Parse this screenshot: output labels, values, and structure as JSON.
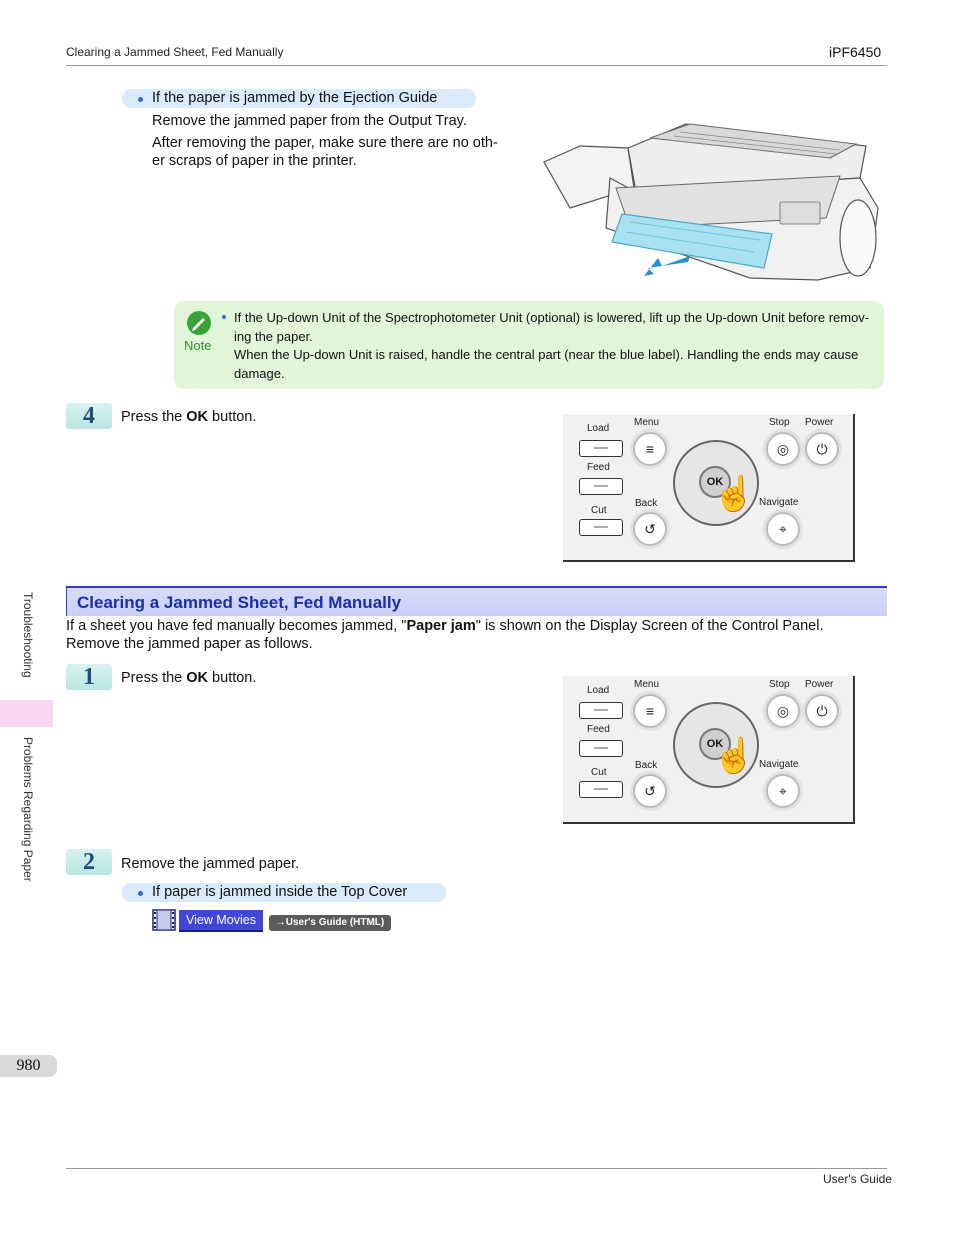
{
  "header": {
    "left": "Clearing a Jammed Sheet, Fed Manually",
    "right": "iPF6450"
  },
  "ejection": {
    "pill": "If the paper is jammed by the Ejection Guide",
    "line1": "Remove the jammed paper from the Output Tray.",
    "line2a": "After removing the paper, make sure there are no oth-",
    "line2b": "er scraps of paper in the printer."
  },
  "note": {
    "label": "Note",
    "line1": "If the Up-down Unit of the Spectrophotometer Unit (optional) is lowered, lift up the Up-down Unit before remov-",
    "line2": "ing the paper.",
    "line3": "When the Up-down Unit is raised, handle the central part (near the blue label). Handling the ends may cause",
    "line4": "damage."
  },
  "step4": {
    "num": "4",
    "pre": "Press the ",
    "bold": "OK",
    "post": " button."
  },
  "panel_labels": {
    "load": "Load",
    "feed": "Feed",
    "cut": "Cut",
    "menu": "Menu",
    "back": "Back",
    "stop": "Stop",
    "power": "Power",
    "navigate": "Navigate",
    "ok": "OK"
  },
  "section": {
    "title": "Clearing a Jammed Sheet, Fed Manually",
    "intro1_pre": "If a sheet you have fed manually becomes jammed, \"",
    "intro1_bold": "Paper jam",
    "intro1_post": "\" is shown on the Display Screen of the Control Panel.",
    "intro2": "Remove the jammed paper as follows."
  },
  "step1": {
    "num": "1",
    "pre": "Press the ",
    "bold": "OK",
    "post": " button."
  },
  "step2": {
    "num": "2",
    "text": "Remove the jammed paper."
  },
  "topcover": {
    "pill": "If paper is jammed inside the Top Cover",
    "movies": "View Movies",
    "guide": "→User's Guide (HTML)"
  },
  "sidebar": {
    "tab1": "Troubleshooting",
    "tab2": "Problems Regarding Paper"
  },
  "footer": {
    "page": "980",
    "right": "User's Guide"
  }
}
